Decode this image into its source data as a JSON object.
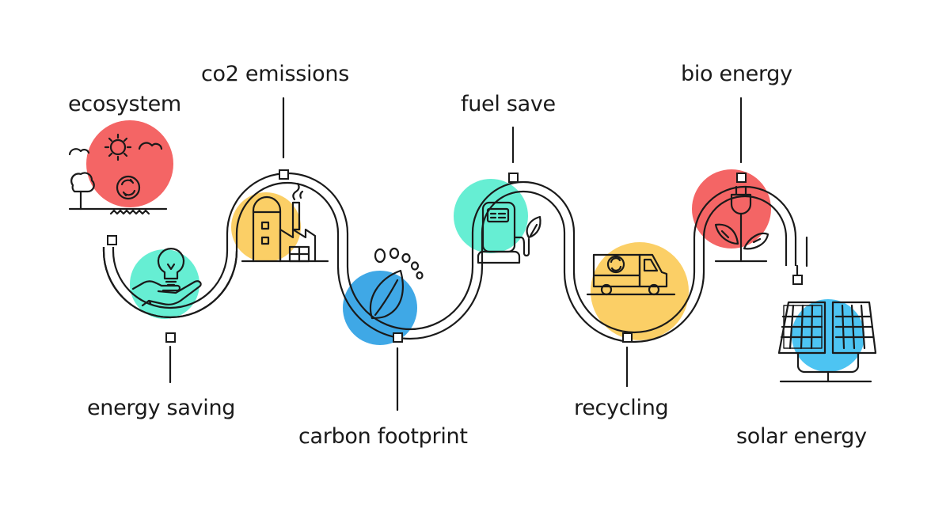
{
  "colors": {
    "red": "#f46565",
    "yellow": "#fbcf66",
    "teal": "#66eed3",
    "blue": "#3fa8e6",
    "sky": "#4dc4f2",
    "ink": "#1a1a1a"
  },
  "steps": [
    {
      "label": "ecosystem",
      "color": "red",
      "icon": "ecosystem-icon"
    },
    {
      "label": "energy saving",
      "color": "teal",
      "icon": "lightbulb-hand-icon"
    },
    {
      "label": "co2 emissions",
      "color": "yellow",
      "icon": "factory-icon"
    },
    {
      "label": "carbon footprint",
      "color": "blue",
      "icon": "footprint-leaf-icon"
    },
    {
      "label": "fuel save",
      "color": "teal",
      "icon": "fuel-station-icon"
    },
    {
      "label": "recycling",
      "color": "yellow",
      "icon": "recycling-truck-icon"
    },
    {
      "label": "bio energy",
      "color": "red",
      "icon": "plug-plant-icon"
    },
    {
      "label": "solar energy",
      "color": "sky",
      "icon": "solar-panel-icon"
    }
  ]
}
